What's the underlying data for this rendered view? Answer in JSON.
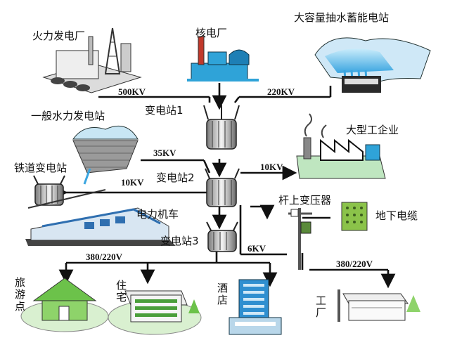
{
  "diagram": {
    "sources": {
      "thermal": "火力发电厂",
      "nuclear": "核电厂",
      "pumped_storage": "大容量抽水蓄能电站",
      "hydro": "一般水力发电站"
    },
    "substations": {
      "s1": "变电站1",
      "s2": "变电站2",
      "s3": "变电站3",
      "railway": "铁道变电站",
      "pole": "杆上变压器"
    },
    "consumers": {
      "industry": "大型工企业",
      "locomotive": "电力机车",
      "cable": "地下电缆",
      "tourism": "旅游点",
      "residence": "住宅",
      "hotel": "酒店",
      "factory": "工厂"
    },
    "voltages": {
      "v500": "500KV",
      "v220": "220KV",
      "v35": "35KV",
      "v10a": "10KV",
      "v10b": "10KV",
      "v6": "6KV",
      "lv1": "380/220V",
      "lv2": "380/220V"
    }
  },
  "colors": {
    "line": "#111111",
    "transformer": "#e8e8e8",
    "water": "#4fb8e8",
    "green": "#8ed36a",
    "building_blue": "#2f8fd0",
    "ground": "#d9f0d0"
  }
}
